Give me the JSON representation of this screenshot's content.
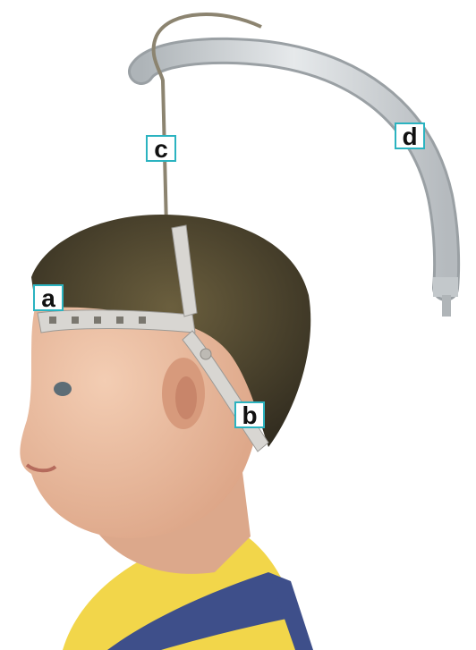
{
  "labels": {
    "a": "a",
    "b": "b",
    "c": "c",
    "d": "d"
  },
  "colors": {
    "label_border": "#2bb3c0",
    "hair": "#4a4330",
    "skin": "#e8b79a",
    "strap": "#d8d6d2",
    "arm": "#c9cdd0",
    "shirt": "#f2d64a",
    "suspender": "#3e4f8a"
  },
  "icons": [
    "child-head",
    "head-strap",
    "cord",
    "suspension-arm"
  ]
}
